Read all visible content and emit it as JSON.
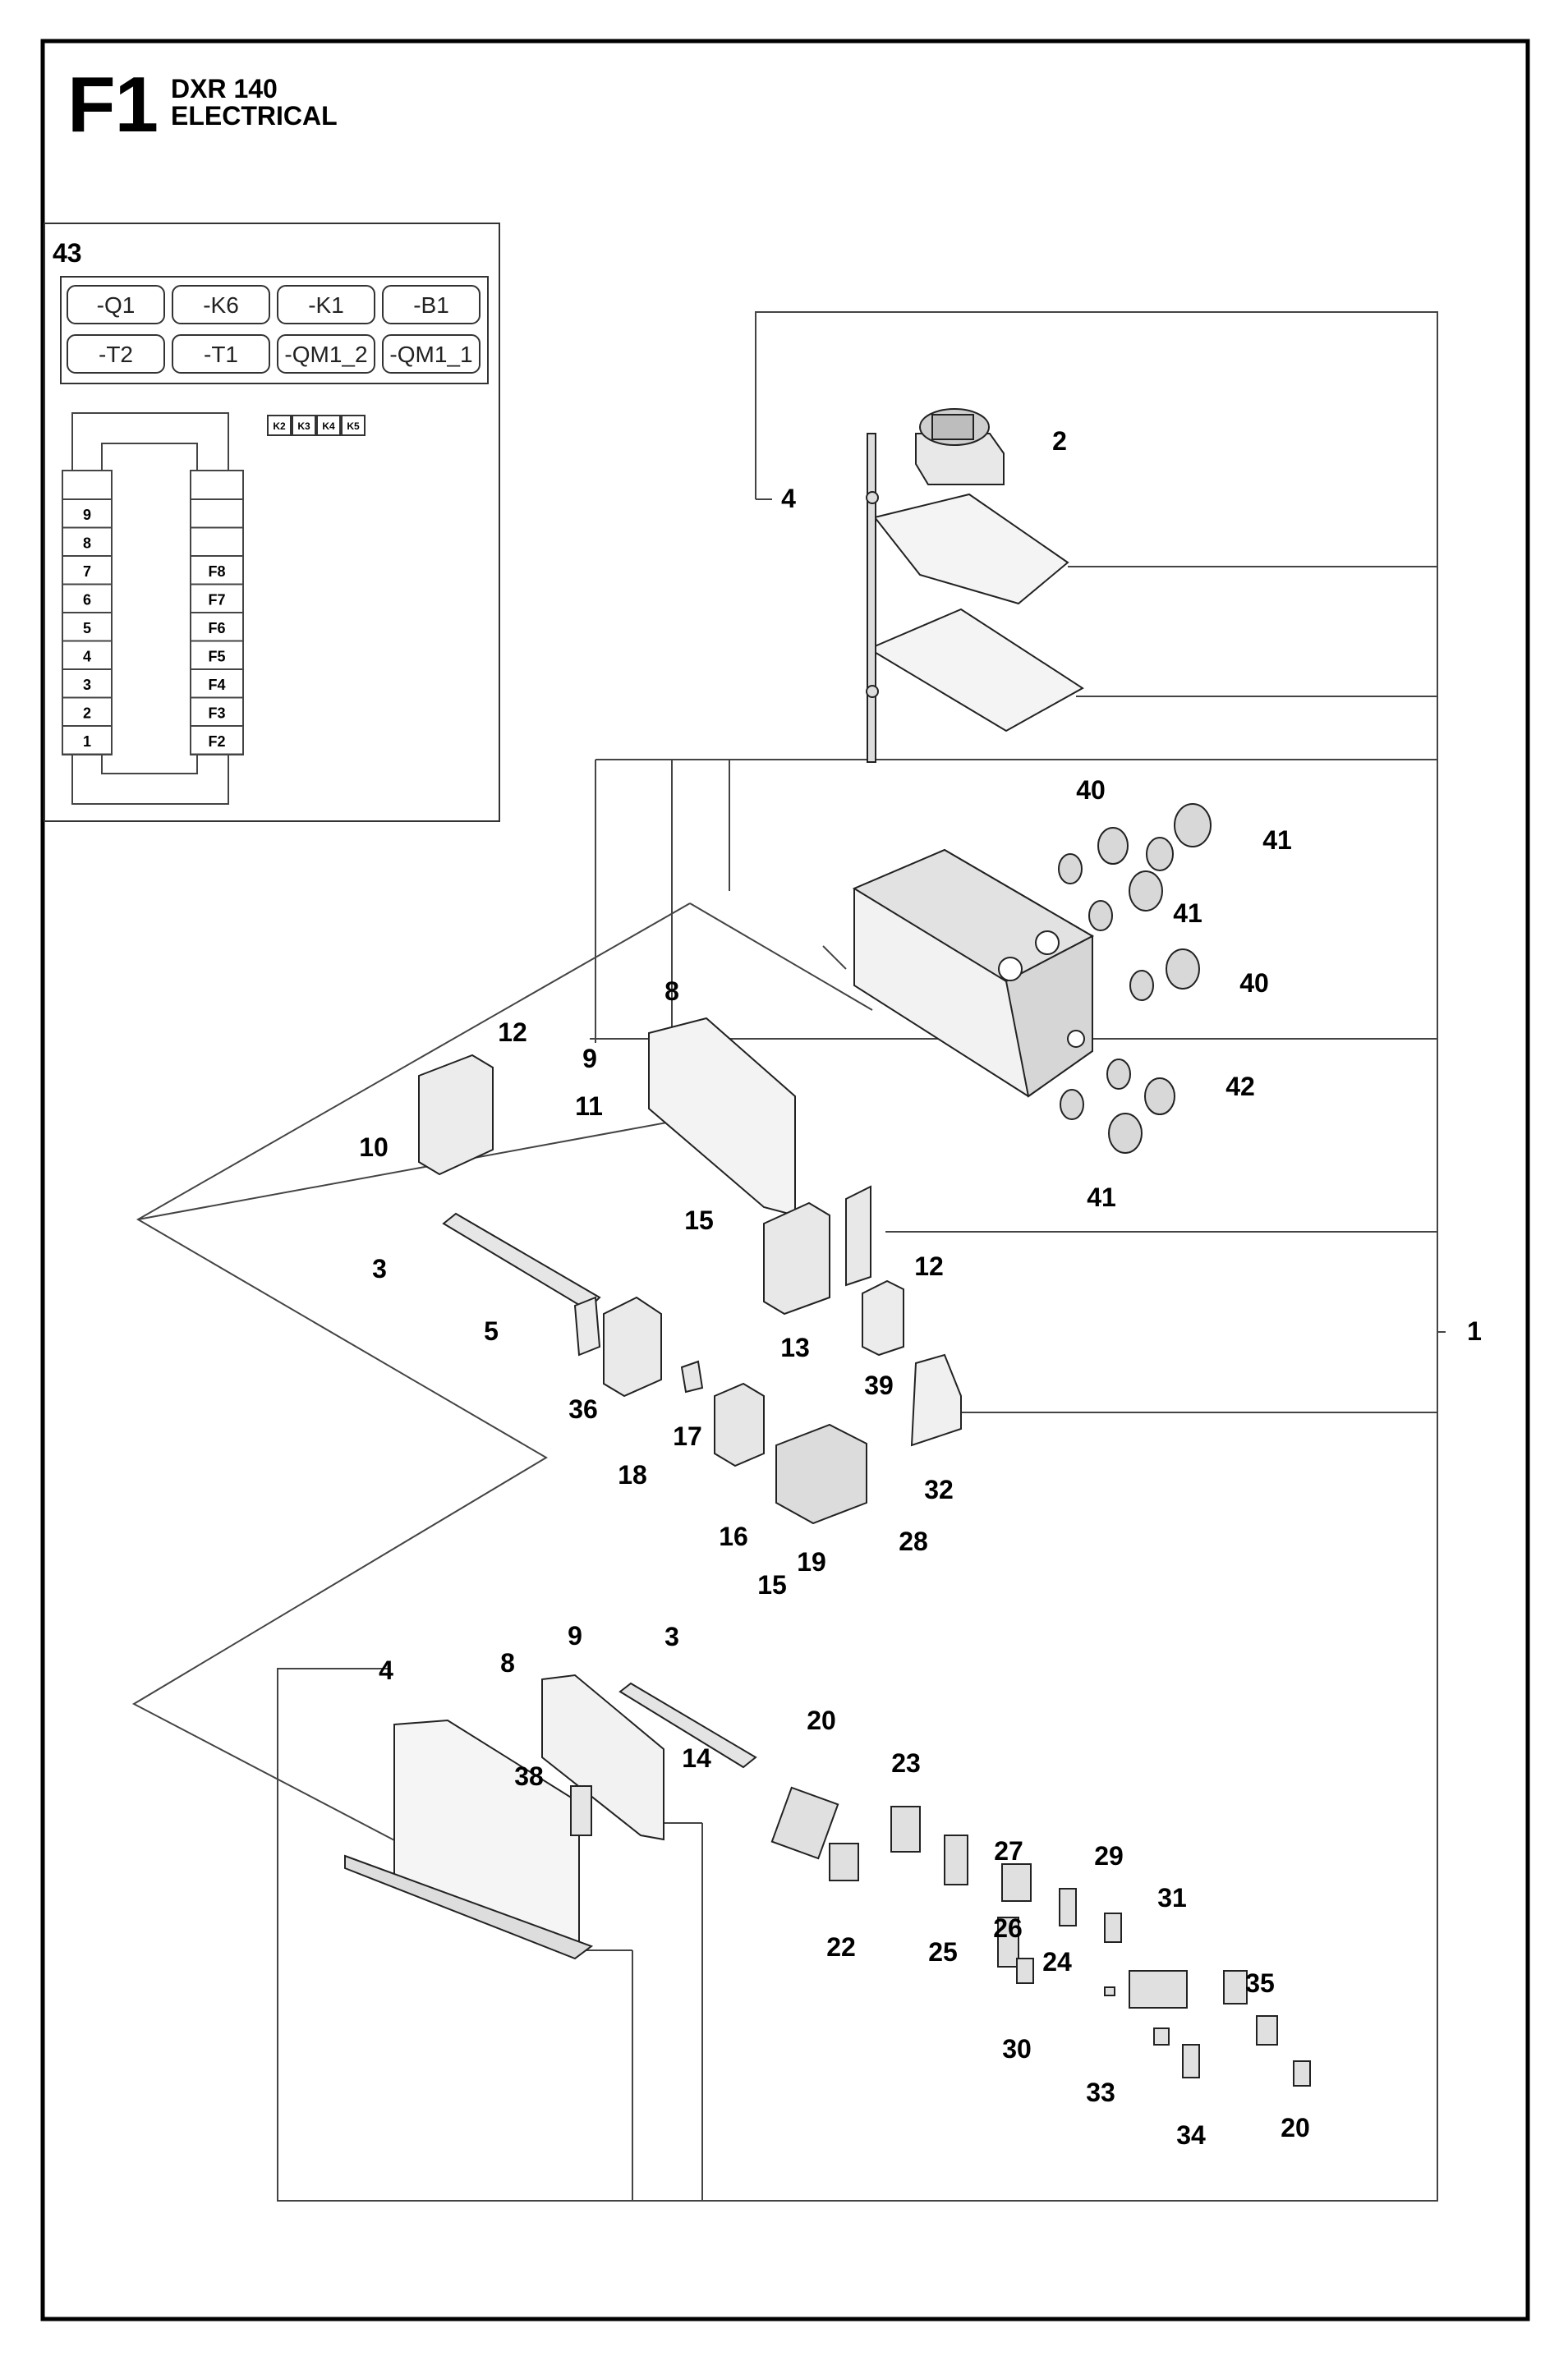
{
  "header": {
    "code": "F1",
    "model": "DXR 140",
    "title": "ELECTRICAL"
  },
  "inset": {
    "number": "43",
    "labels": [
      "-Q1",
      "-K6",
      "-K1",
      "-B1",
      "-T2",
      "-T1",
      "-QM1_2",
      "-QM1_1"
    ],
    "small_tags": [
      "K2",
      "K3",
      "K4",
      "K5"
    ],
    "left_strip": [
      "9",
      "8",
      "7",
      "6",
      "5",
      "4",
      "3",
      "2",
      "1"
    ],
    "right_strip": [
      "",
      "",
      "F8",
      "F7",
      "F6",
      "F5",
      "F4",
      "F3",
      "F2"
    ]
  },
  "callouts": [
    "1",
    "2",
    "3",
    "3",
    "4",
    "4",
    "5",
    "8",
    "8",
    "9",
    "9",
    "10",
    "11",
    "12",
    "12",
    "13",
    "14",
    "15",
    "15",
    "16",
    "17",
    "18",
    "19",
    "20",
    "20",
    "22",
    "23",
    "24",
    "25",
    "26",
    "27",
    "28",
    "29",
    "30",
    "31",
    "32",
    "33",
    "34",
    "35",
    "36",
    "38",
    "39",
    "40",
    "40",
    "41",
    "41",
    "41",
    "42"
  ]
}
